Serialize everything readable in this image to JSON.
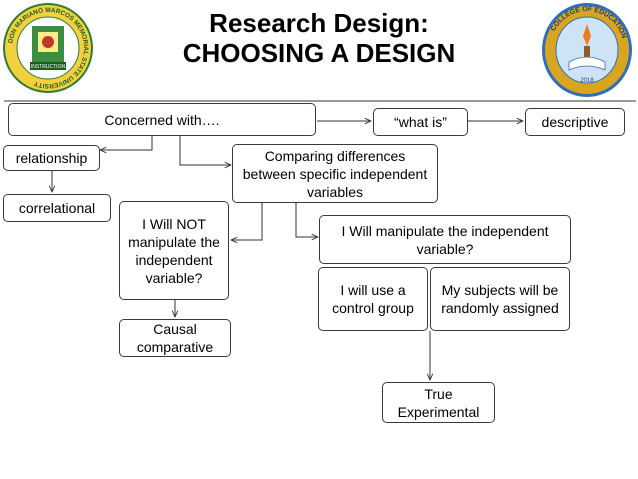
{
  "header": {
    "title_line1": "Research Design:",
    "title_line2": "CHOOSING A DESIGN"
  },
  "logos": {
    "left_name": "seal-left-icon",
    "left_text": "DON MARIANO MARCOS MEMORIAL STATE UNIVERSITY",
    "left_subtext": "INSTRUCTION",
    "right_name": "seal-right-icon",
    "right_text": "COLLEGE OF EDUCATION",
    "right_subtext": "2018"
  },
  "nodes": {
    "concerned": "Concerned with….",
    "what_is": "“what is”",
    "descriptive": "descriptive",
    "relationship": "relationship",
    "correlational": "correlational",
    "comparing": "Comparing differences between specific independent variables",
    "will_not": "I Will NOT manipulate the independent variable?",
    "causal": "Causal comparative",
    "will_manipulate": "I Will manipulate the independent variable?",
    "control_group": "I will use a control group",
    "randomly": "My subjects will be randomly assigned",
    "true_exp": "True Experimental"
  },
  "colors": {
    "border": "#3a3a3a",
    "left_seal_green": "#2e7d32",
    "left_seal_yellow": "#f4d03f",
    "right_seal_blue": "#2e6fb7",
    "right_seal_gold": "#d9a520"
  }
}
